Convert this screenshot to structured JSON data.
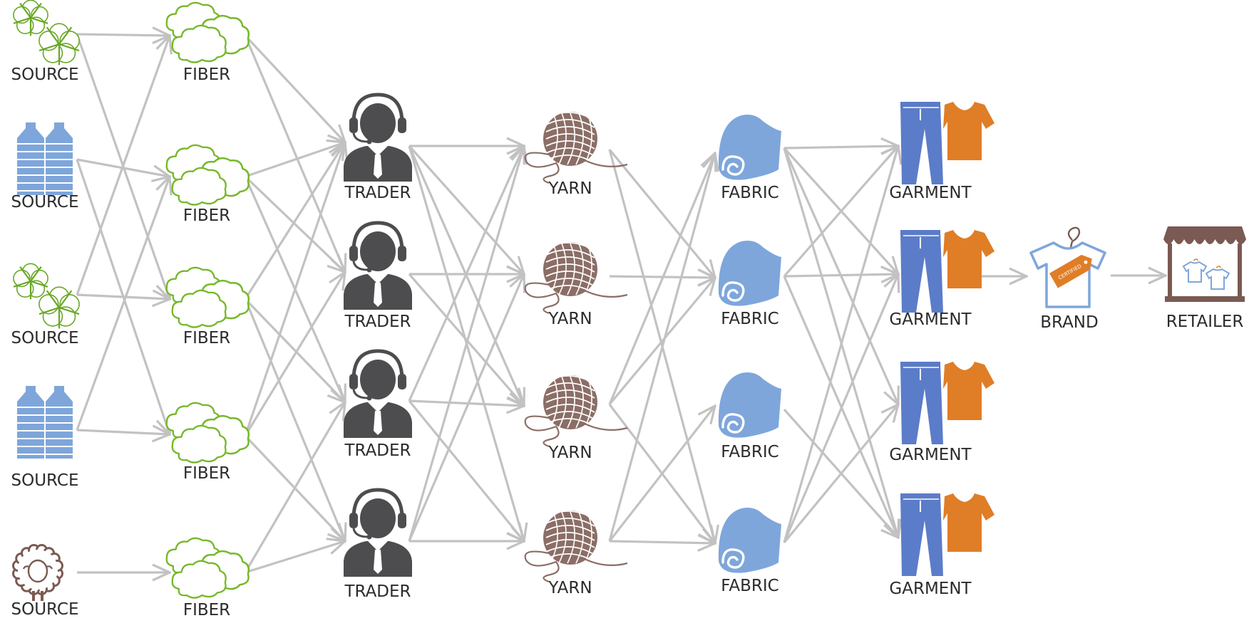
{
  "colors": {
    "edge": "#c2c2c2",
    "label": "#2b2b2b",
    "cotton": "#6aa727",
    "fiber": "#76b82a",
    "bottle": "#7ea6db",
    "wool": "#7a5a52",
    "trader": "#4d4d4f",
    "yarn": "#8b6e66",
    "fabric": "#7ea6db",
    "jeans": "#5b7cc9",
    "shirt": "#e07d27",
    "tag": "#e07d27",
    "retail_roof": "#7a5a52"
  },
  "nodes": [
    {
      "id": "s1",
      "label": "SOURCE",
      "icon": "cotton-flower-icon"
    },
    {
      "id": "s2",
      "label": "SOURCE",
      "icon": "plastic-bottles-icon"
    },
    {
      "id": "s3",
      "label": "SOURCE",
      "icon": "cotton-flower-icon"
    },
    {
      "id": "s4",
      "label": "SOURCE",
      "icon": "plastic-bottles-icon"
    },
    {
      "id": "s5",
      "label": "SOURCE",
      "icon": "sheep-icon"
    },
    {
      "id": "f1",
      "label": "FIBER",
      "icon": "fiber-cloud-icon"
    },
    {
      "id": "f2",
      "label": "FIBER",
      "icon": "fiber-cloud-icon"
    },
    {
      "id": "f3",
      "label": "FIBER",
      "icon": "fiber-cloud-icon"
    },
    {
      "id": "f4",
      "label": "FIBER",
      "icon": "fiber-cloud-icon"
    },
    {
      "id": "f5",
      "label": "FIBER",
      "icon": "fiber-cloud-icon"
    },
    {
      "id": "t1",
      "label": "TRADER",
      "icon": "trader-headset-icon"
    },
    {
      "id": "t2",
      "label": "TRADER",
      "icon": "trader-headset-icon"
    },
    {
      "id": "t3",
      "label": "TRADER",
      "icon": "trader-headset-icon"
    },
    {
      "id": "t4",
      "label": "TRADER",
      "icon": "trader-headset-icon"
    },
    {
      "id": "y1",
      "label": "YARN",
      "icon": "yarn-ball-icon"
    },
    {
      "id": "y2",
      "label": "YARN",
      "icon": "yarn-ball-icon"
    },
    {
      "id": "y3",
      "label": "YARN",
      "icon": "yarn-ball-icon"
    },
    {
      "id": "y4",
      "label": "YARN",
      "icon": "yarn-ball-icon"
    },
    {
      "id": "fa1",
      "label": "FABRIC",
      "icon": "fabric-roll-icon"
    },
    {
      "id": "fa2",
      "label": "FABRIC",
      "icon": "fabric-roll-icon"
    },
    {
      "id": "fa3",
      "label": "FABRIC",
      "icon": "fabric-roll-icon"
    },
    {
      "id": "fa4",
      "label": "FABRIC",
      "icon": "fabric-roll-icon"
    },
    {
      "id": "g1",
      "label": "GARMENT",
      "icon": "garment-icon"
    },
    {
      "id": "g2",
      "label": "GARMENT",
      "icon": "garment-icon"
    },
    {
      "id": "g3",
      "label": "GARMENT",
      "icon": "garment-icon"
    },
    {
      "id": "g4",
      "label": "GARMENT",
      "icon": "garment-icon"
    },
    {
      "id": "b1",
      "label": "BRAND",
      "icon": "certified-tshirt-icon",
      "tag_text": "CERTIFIED"
    },
    {
      "id": "r1",
      "label": "RETAILER",
      "icon": "storefront-icon"
    }
  ],
  "edges": [
    [
      "s1",
      "f1"
    ],
    [
      "s1",
      "f3"
    ],
    [
      "s2",
      "f2"
    ],
    [
      "s2",
      "f4"
    ],
    [
      "s3",
      "f1"
    ],
    [
      "s3",
      "f3"
    ],
    [
      "s4",
      "f2"
    ],
    [
      "s4",
      "f4"
    ],
    [
      "s5",
      "f5"
    ],
    [
      "f1",
      "t1"
    ],
    [
      "f1",
      "t2"
    ],
    [
      "f2",
      "t1"
    ],
    [
      "f2",
      "t2"
    ],
    [
      "f2",
      "t3"
    ],
    [
      "f3",
      "t1"
    ],
    [
      "f3",
      "t3"
    ],
    [
      "f3",
      "t4"
    ],
    [
      "f4",
      "t1"
    ],
    [
      "f4",
      "t2"
    ],
    [
      "f4",
      "t4"
    ],
    [
      "f5",
      "t3"
    ],
    [
      "f5",
      "t4"
    ],
    [
      "t1",
      "y1"
    ],
    [
      "t1",
      "y2"
    ],
    [
      "t1",
      "y3"
    ],
    [
      "t1",
      "y4"
    ],
    [
      "t2",
      "y2"
    ],
    [
      "t2",
      "y3"
    ],
    [
      "t3",
      "y1"
    ],
    [
      "t3",
      "y3"
    ],
    [
      "t3",
      "y4"
    ],
    [
      "t4",
      "y1"
    ],
    [
      "t4",
      "y2"
    ],
    [
      "t4",
      "y4"
    ],
    [
      "y1",
      "fa2"
    ],
    [
      "y1",
      "fa4"
    ],
    [
      "y2",
      "fa2"
    ],
    [
      "y3",
      "fa1"
    ],
    [
      "y3",
      "fa2"
    ],
    [
      "y3",
      "fa4"
    ],
    [
      "y4",
      "fa1"
    ],
    [
      "y4",
      "fa3"
    ],
    [
      "y4",
      "fa4"
    ],
    [
      "fa1",
      "g1"
    ],
    [
      "fa1",
      "g2"
    ],
    [
      "fa1",
      "g3"
    ],
    [
      "fa1",
      "g4"
    ],
    [
      "fa2",
      "g1"
    ],
    [
      "fa2",
      "g2"
    ],
    [
      "fa2",
      "g4"
    ],
    [
      "fa3",
      "g4"
    ],
    [
      "fa4",
      "g1"
    ],
    [
      "fa4",
      "g2"
    ],
    [
      "fa4",
      "g3"
    ],
    [
      "g2",
      "b1"
    ],
    [
      "b1",
      "r1"
    ]
  ]
}
